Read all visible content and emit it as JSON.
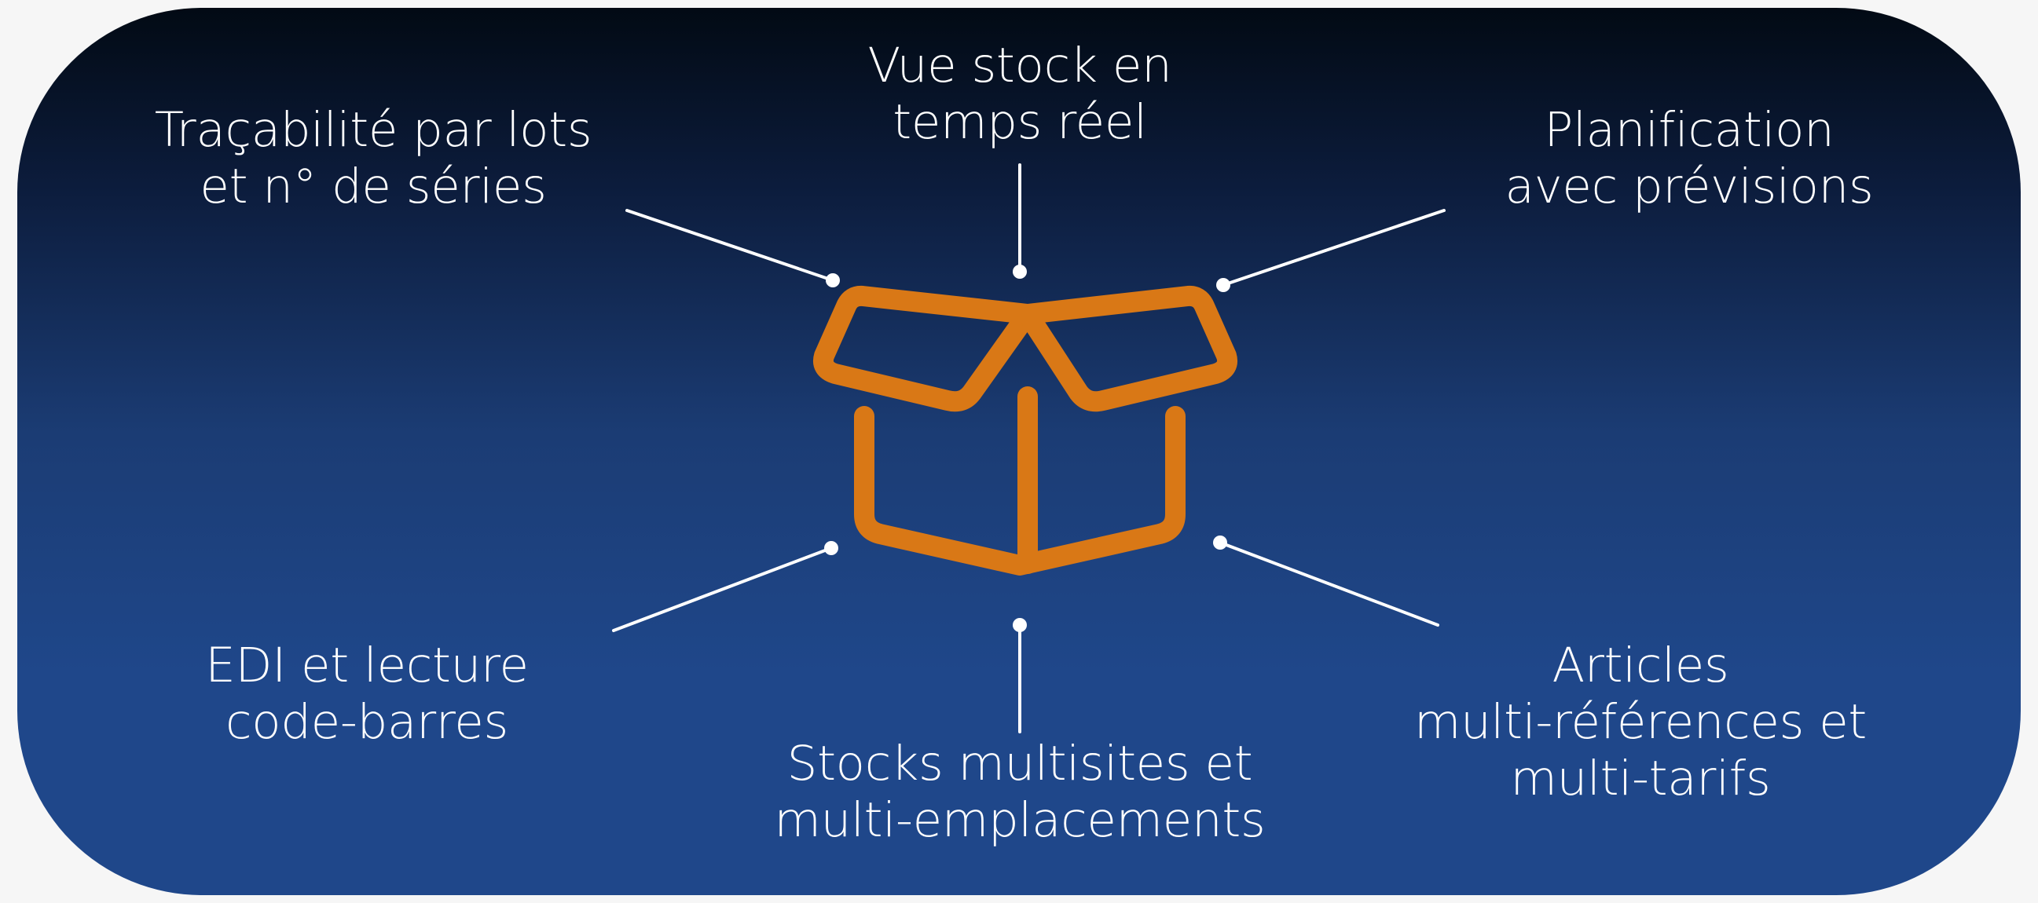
{
  "diagram": {
    "center_icon": "open-box-icon",
    "colors": {
      "background_top": "#020a14",
      "background_bottom": "#1f478a",
      "icon": "#d97816",
      "text": "#ffffff",
      "connector": "#ffffff"
    },
    "features": [
      {
        "id": "tracabilite",
        "lines": [
          "Traçabilité par lots",
          "et n° de séries"
        ]
      },
      {
        "id": "vue-stock",
        "lines": [
          "Vue stock en",
          "temps réel"
        ]
      },
      {
        "id": "planification",
        "lines": [
          "Planification",
          "avec prévisions"
        ]
      },
      {
        "id": "edi",
        "lines": [
          "EDI et lecture",
          "code-barres"
        ]
      },
      {
        "id": "stocks-multisites",
        "lines": [
          "Stocks multisites et",
          "multi-emplacements"
        ]
      },
      {
        "id": "articles",
        "lines": [
          "Articles",
          "multi-références et",
          "multi-tarifs"
        ]
      }
    ]
  }
}
